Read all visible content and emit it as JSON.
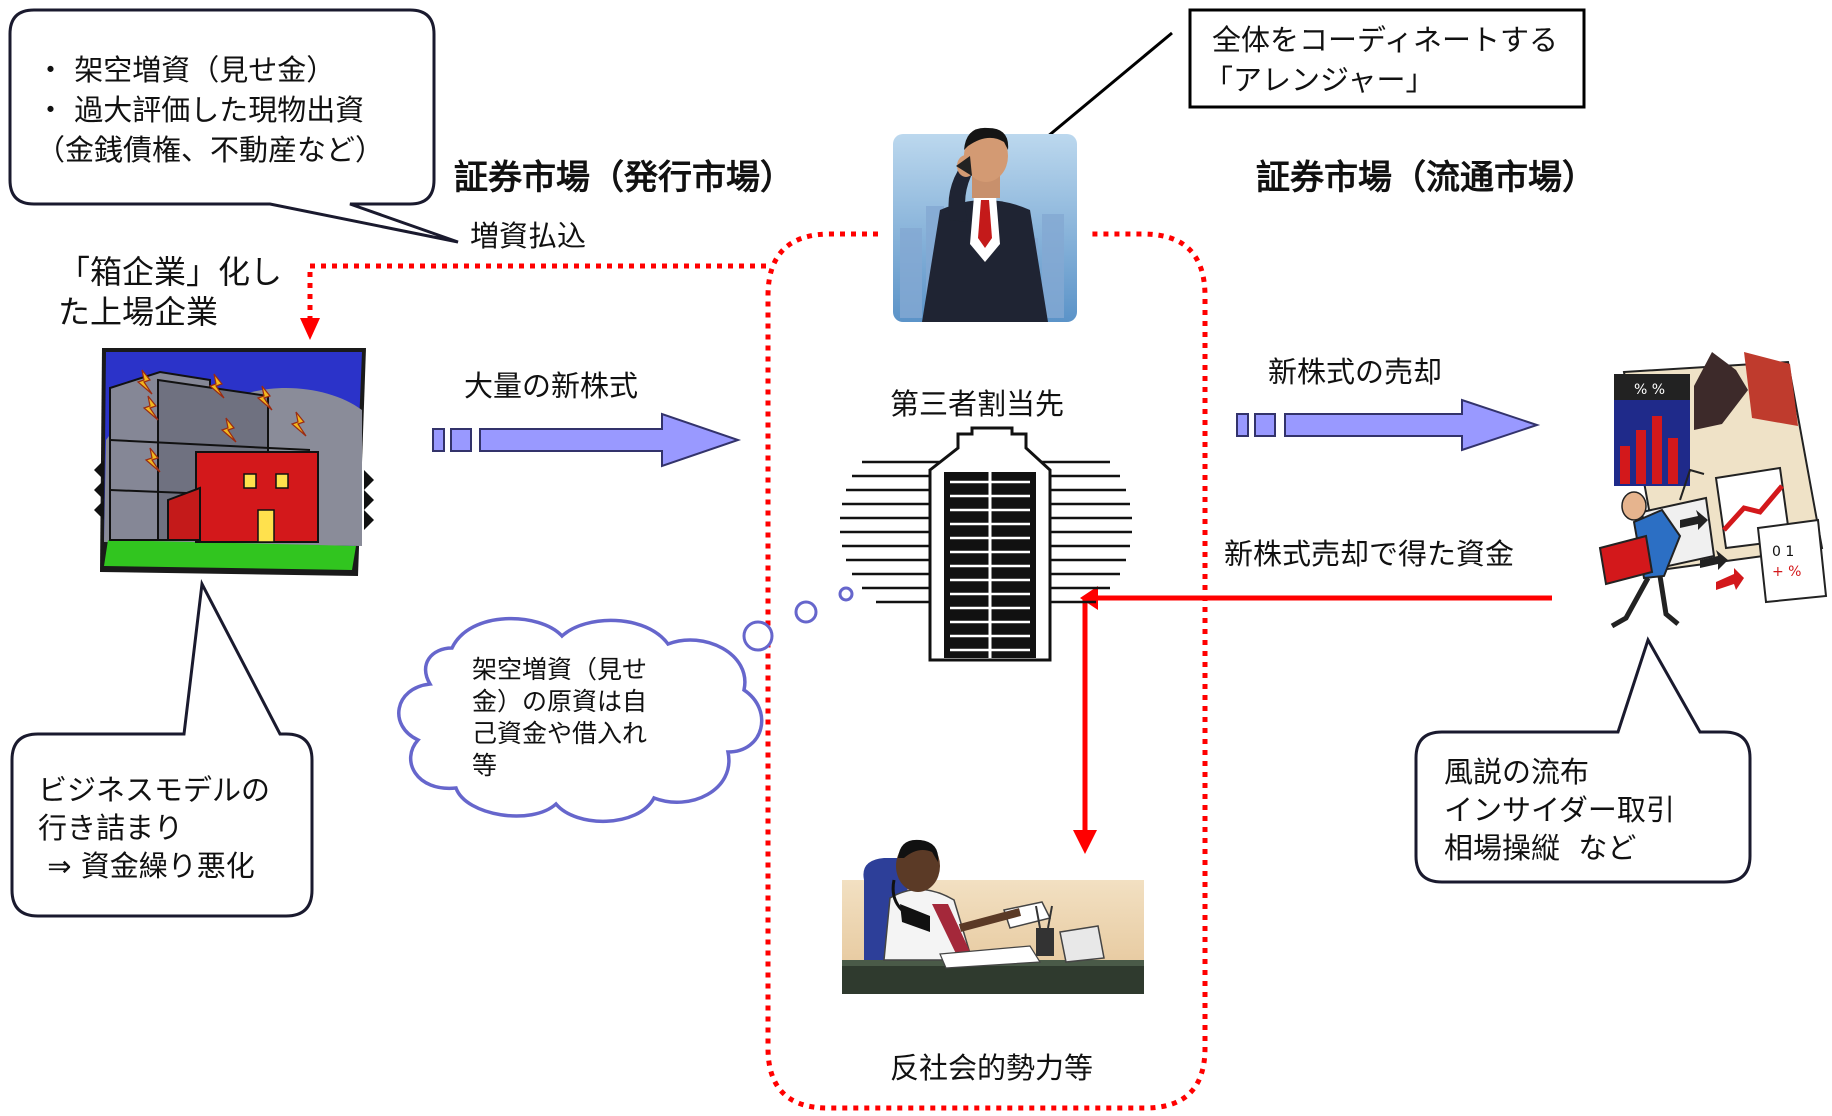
{
  "callouts": {
    "top_left_lines": [
      "・ 架空増資（見せ金）",
      "・ 過大評価した現物出資",
      "（金銭債権、不動産など）"
    ],
    "arranger_lines": [
      "全体をコーディネートする",
      "「アレンジャー」"
    ],
    "business_lines": [
      "ビジネスモデルの",
      "行き詰まり",
      " ⇒ 資金繰り悪化"
    ],
    "market_manip_lines": [
      "風説の流布",
      "インサイダー取引",
      "相場操縦  など"
    ]
  },
  "headings": {
    "issue_market": "証券市場（発行市場）",
    "trade_market": "証券市場（流通市場）"
  },
  "labels": {
    "capital_payment": "増資払込",
    "shell_company_lines": [
      "「箱企業」化し",
      "た上場企業"
    ],
    "mass_new_shares": "大量の新株式",
    "third_party": "第三者割当先",
    "sell_new_shares": "新株式の売却",
    "proceeds": "新株式売却で得た資金",
    "antisocial": "反社会的勢力等"
  },
  "cloud": {
    "lines": [
      "架空増資（見せ",
      "金）の原資は自",
      "己資金や借入れ",
      "等"
    ]
  },
  "icons": [
    "shell-company-building-icon",
    "arranger-businessman-icon",
    "skyscraper-icon",
    "trader-person-icon",
    "phone-businessman-icon"
  ],
  "colors": {
    "red_flow": "#ff0000",
    "arrow_fill": "#9999ff",
    "cloud_stroke": "#6666cc",
    "callout_border": "#1a1a2e"
  }
}
